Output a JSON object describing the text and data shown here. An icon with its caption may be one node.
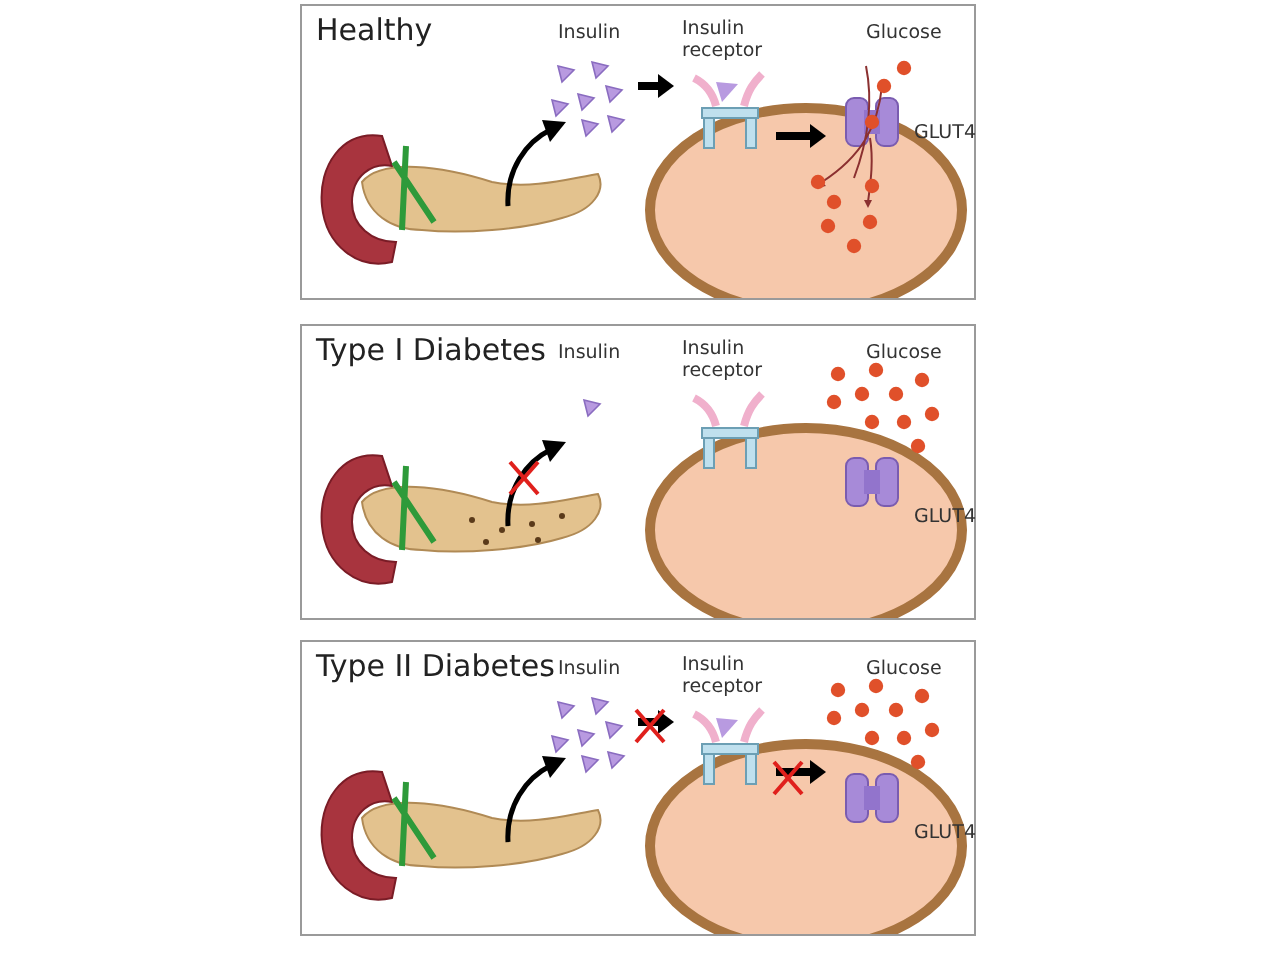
{
  "diagram": {
    "nodes": [
      {
        "text": [
          "Healthy"
        ]
      },
      {
        "text": [
          "Type I Diabetes"
        ]
      },
      {
        "text": [
          "Type II Diabetes"
        ]
      }
    ],
    "labels": [
      "Insulin",
      "Insulin receptor",
      "Glucose",
      "GLUT4",
      "Insulin",
      "Insulin receptor",
      "Glucose",
      "GLUT4",
      "Insulin",
      "Insulin receptor",
      "Glucose",
      "GLUT4"
    ]
  }
}
